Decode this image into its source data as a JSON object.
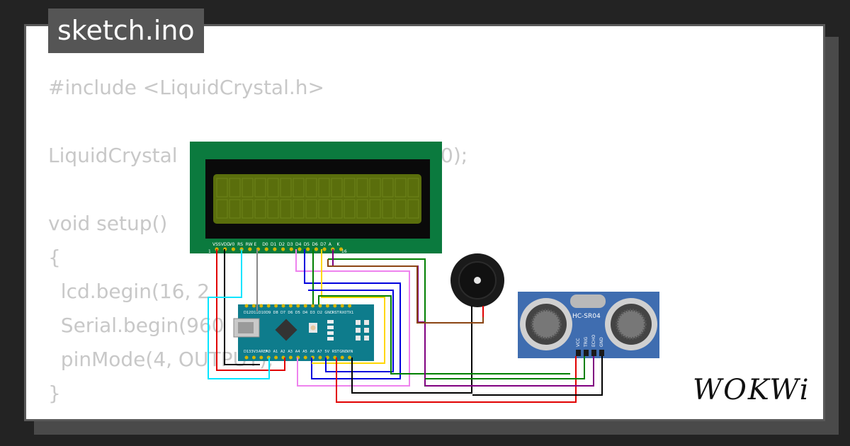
{
  "file_tab": {
    "label": "sketch.ino"
  },
  "code_lines": [
    "#include <LiquidCrystal.h>",
    "",
    "LiquidCrystal",
    "",
    "void setup()",
    "{",
    "  lcd.begin(16, 2",
    "  Serial.begin(960",
    "  pinMode(4, OUTPUT);",
    "}"
  ],
  "code_fragments": {
    "lcd_ctor_tail": "0);"
  },
  "lcd": {
    "pin_labels": [
      "VSS",
      "VDD",
      "V0",
      "RS",
      "RW",
      "E",
      "D0",
      "D1",
      "D2",
      "D3",
      "D4",
      "D5",
      "D6",
      "D7",
      "A",
      "K"
    ],
    "pin_numbers": [
      "1",
      "16"
    ]
  },
  "nano": {
    "top_labels": [
      "D12",
      "D11",
      "D10",
      "D9",
      "D8",
      "D7",
      "D6",
      "D5",
      "D4",
      "D3",
      "D2",
      "GND",
      "RST",
      "RX0",
      "TX1"
    ],
    "bottom_labels": [
      "D13",
      "3V3",
      "AREF",
      "A0",
      "A1",
      "A2",
      "A3",
      "A4",
      "A5",
      "A6",
      "A7",
      "5V",
      "RST",
      "GND",
      "VIN"
    ]
  },
  "sensor": {
    "model_label": "HC-SR04",
    "pin_labels": [
      "VCC",
      "TRIG",
      "ECHO",
      "GND"
    ]
  },
  "brand": {
    "logo_text": "WOKWi"
  },
  "colors": {
    "background": "#232323",
    "card": "#ffffff",
    "code_text": "#c8c8c8",
    "lcd_pcb": "#0b7a3e",
    "lcd_screen": "#5a6e0c",
    "nano_pcb": "#0e7c8c",
    "sensor_pcb": "#3f6db0"
  }
}
